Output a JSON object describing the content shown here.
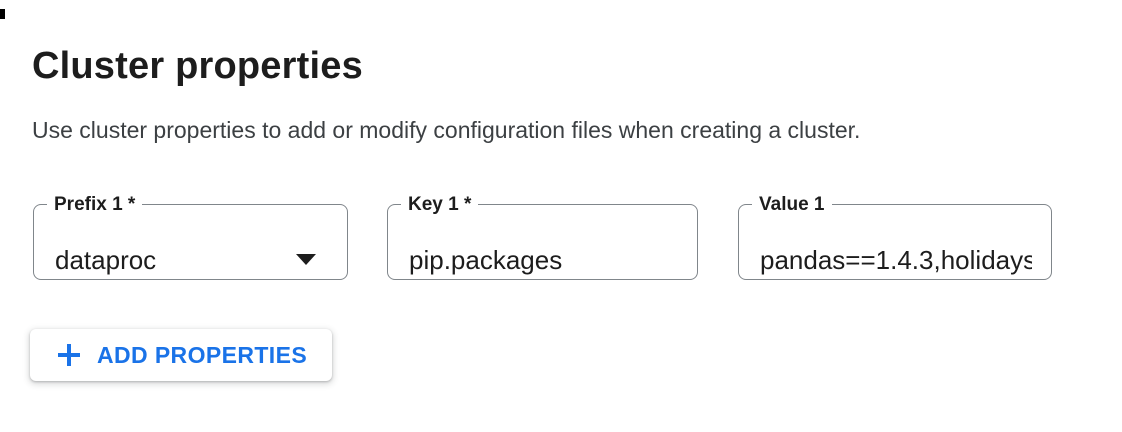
{
  "header": {
    "title": "Cluster properties",
    "description": "Use cluster properties to add or modify configuration files when creating a cluster."
  },
  "form": {
    "fields": [
      {
        "label": "Prefix 1 *",
        "value": "dataproc",
        "control": "dropdown",
        "required": true
      },
      {
        "label": "Key 1 *",
        "value": "pip.packages",
        "control": "text-input",
        "required": true
      },
      {
        "label": "Value 1",
        "value": "pandas==1.4.3,holidays",
        "control": "text-input",
        "required": false
      }
    ],
    "add_button": {
      "label": "ADD PROPERTIES",
      "icon": "plus-icon"
    }
  },
  "colors": {
    "accent_blue": "#1a73e8",
    "field_border": "#80868b",
    "text_primary": "#1d1d1d",
    "text_secondary": "#3c4043"
  }
}
